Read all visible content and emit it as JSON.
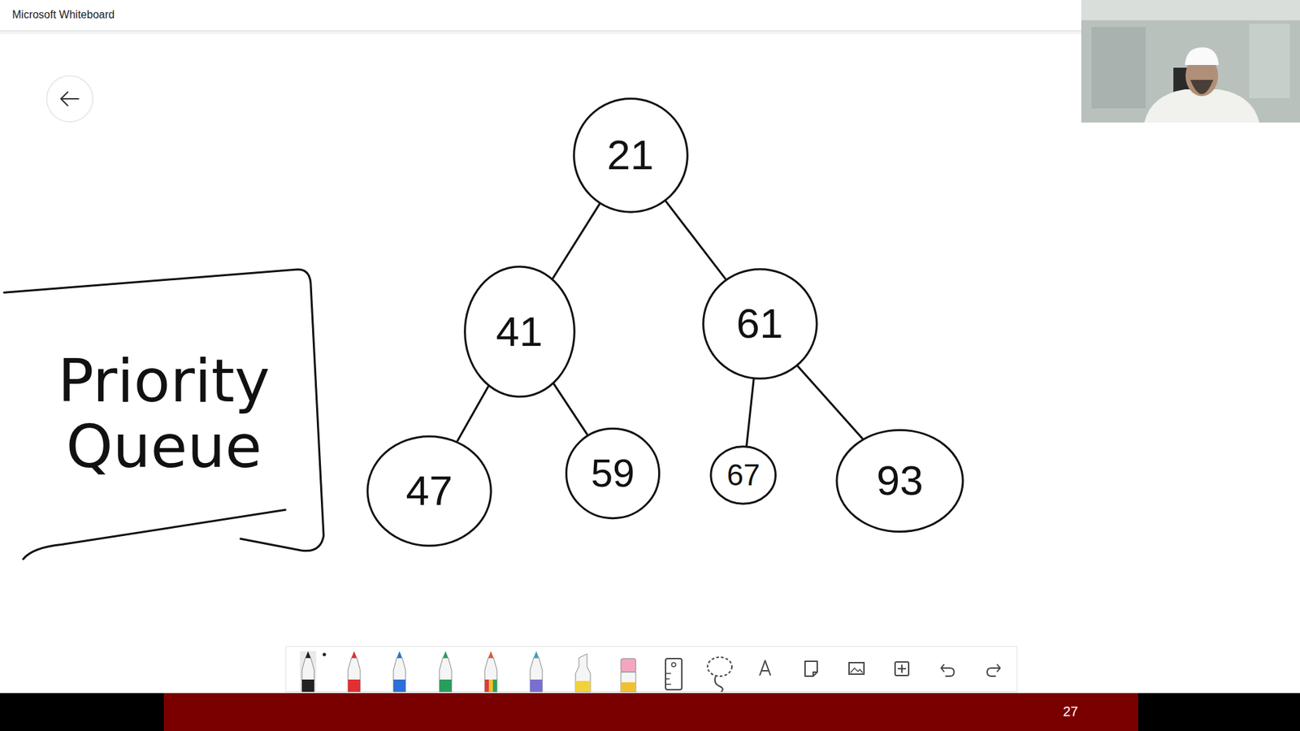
{
  "diagram": {
    "nodes": [
      {
        "text": [
          "21"
        ]
      },
      {
        "text": [
          "Priority Queue"
        ]
      },
      {
        "text": [
          "41"
        ]
      },
      {
        "text": [
          "61"
        ]
      },
      {
        "text": [
          "47"
        ]
      },
      {
        "text": [
          "59"
        ]
      },
      {
        "text": [
          "67"
        ]
      },
      {
        "text": [
          "93"
        ]
      }
    ],
    "edges": [
      {
        "from": 0,
        "to": 2,
        "arrow": "none"
      },
      {
        "from": 0,
        "to": 3,
        "arrow": "none"
      },
      {
        "from": 2,
        "to": 4,
        "arrow": "none"
      },
      {
        "from": 2,
        "to": 5,
        "arrow": "none"
      },
      {
        "from": 3,
        "to": 6,
        "arrow": "none"
      },
      {
        "from": 3,
        "to": 7,
        "arrow": "none"
      }
    ],
    "labels": [
      "Microsoft Whiteboard",
      "27"
    ]
  }
}
